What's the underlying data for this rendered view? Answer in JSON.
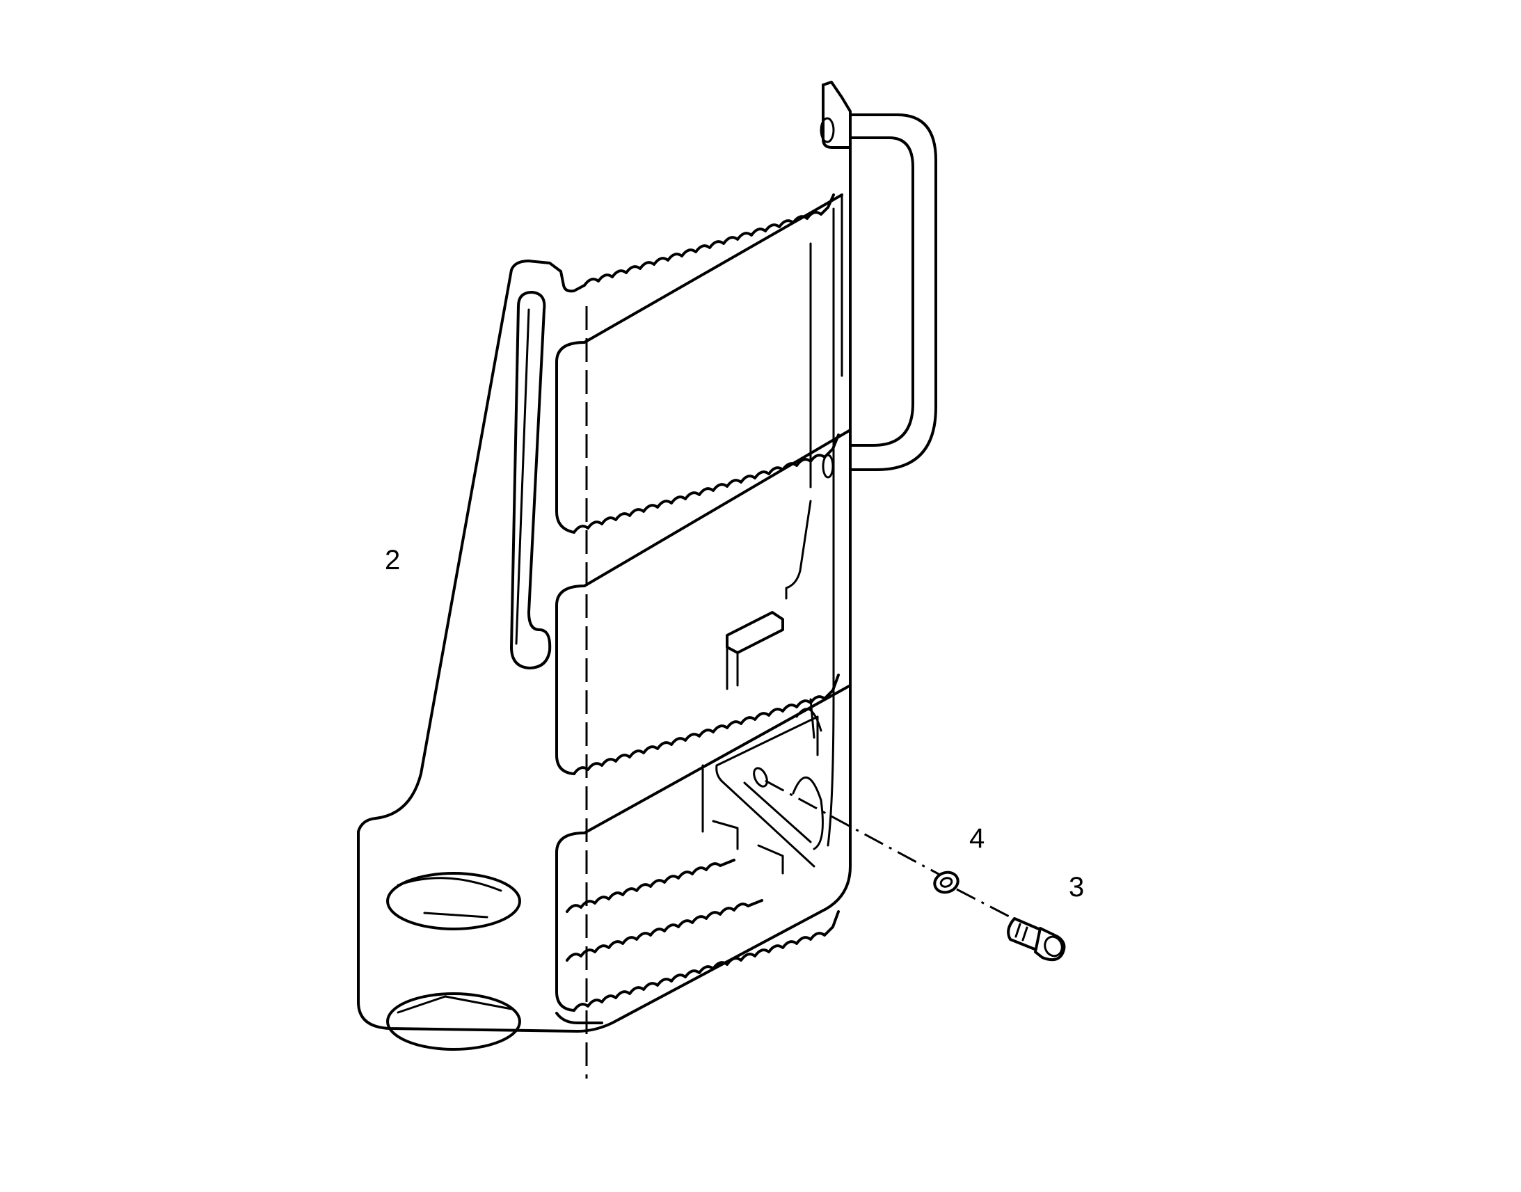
{
  "callouts": [
    {
      "id": "2",
      "label": "2"
    },
    {
      "id": "4",
      "label": "4"
    },
    {
      "id": "3",
      "label": "3"
    }
  ]
}
